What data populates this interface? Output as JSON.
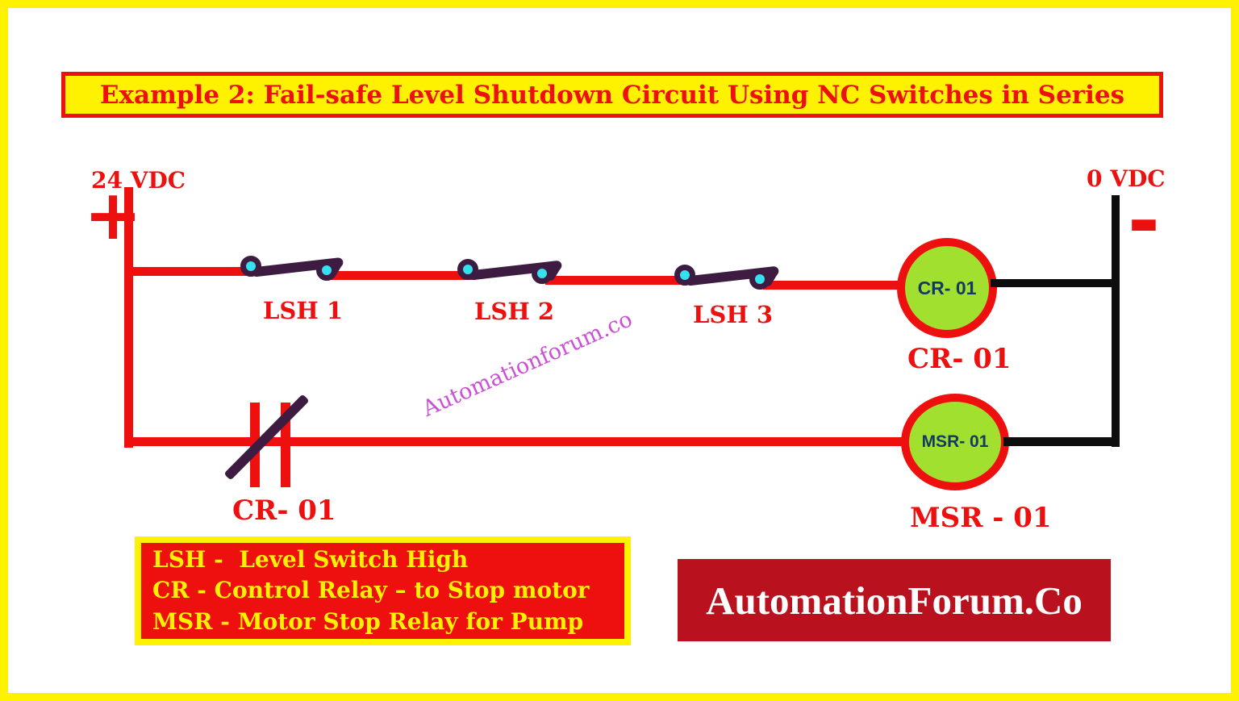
{
  "colors": {
    "yellow": "#fff200",
    "red": "#ee0f0f",
    "dark-red": "#b9121e",
    "cyan": "#35e1ee",
    "purple": "#3e1c42",
    "green": "#a2e030",
    "navy": "#123a63",
    "magenta": "#cc4fd6",
    "black": "#0d0d0d",
    "white": "#ffffff"
  },
  "title": "Example 2: Fail-safe Level Shutdown Circuit Using NC Switches in Series",
  "power": {
    "left_label": "24 VDC",
    "left_sign": "+",
    "right_label": "0 VDC",
    "right_sign": "-"
  },
  "switches": [
    {
      "label": "LSH 1"
    },
    {
      "label": "LSH 2"
    },
    {
      "label": "LSH 3"
    }
  ],
  "relays": [
    {
      "coil_text": "CR- 01",
      "label": "CR- 01"
    },
    {
      "coil_text": "MSR- 01",
      "label": "MSR - 01"
    }
  ],
  "contact": {
    "label": "CR- 01"
  },
  "legend": {
    "lines": [
      "LSH -  Level Switch High",
      "CR - Control Relay – to Stop motor",
      "MSR - Motor Stop Relay for Pump"
    ]
  },
  "watermark": "Automationforum.co",
  "logo": "AutomationForum.Co"
}
